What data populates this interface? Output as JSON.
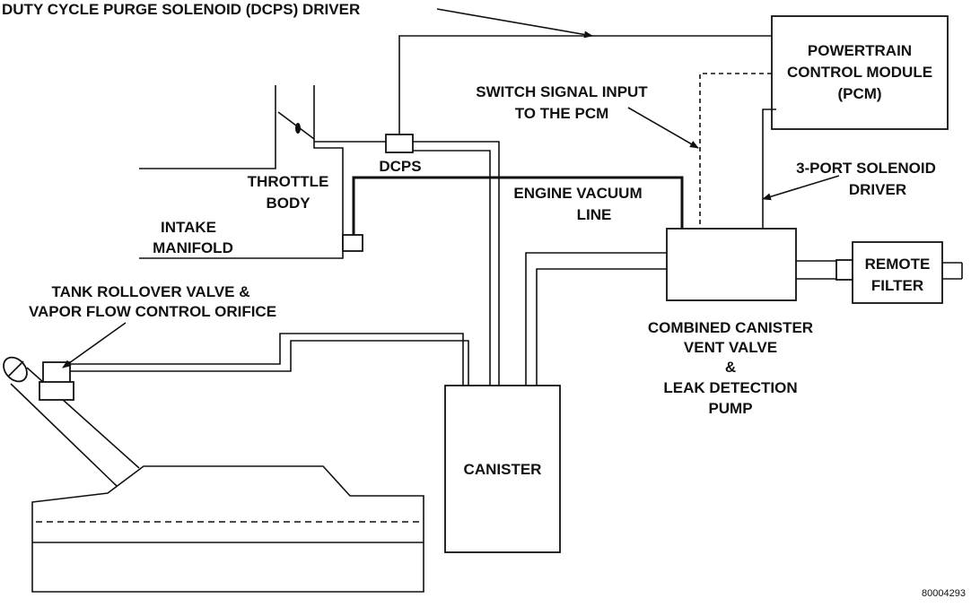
{
  "labels": {
    "dcps_driver": "DUTY CYCLE PURGE SOLENOID (DCPS) DRIVER",
    "pcm_line1": "POWERTRAIN",
    "pcm_line2": "CONTROL MODULE",
    "pcm_line3": "(PCM)",
    "switch_line1": "SWITCH SIGNAL INPUT",
    "switch_line2": "TO THE PCM",
    "solenoid_line1": "3-PORT SOLENOID",
    "solenoid_line2": "DRIVER",
    "throttle_line1": "THROTTLE",
    "throttle_line2": "BODY",
    "dcps": "DCPS",
    "vacuum_line1": "ENGINE VACUUM",
    "vacuum_line2": "LINE",
    "intake_line1": "INTAKE",
    "intake_line2": "MANIFOLD",
    "remote_line1": "REMOTE",
    "remote_line2": "FILTER",
    "rollover_line1": "TANK ROLLOVER VALVE &",
    "rollover_line2": "VAPOR FLOW CONTROL ORIFICE",
    "vent_line1": "COMBINED CANISTER",
    "vent_line2": "VENT VALVE",
    "vent_line3": "&",
    "vent_line4": "LEAK DETECTION",
    "vent_line5": "PUMP",
    "canister": "CANISTER",
    "figure_id": "80004293"
  }
}
